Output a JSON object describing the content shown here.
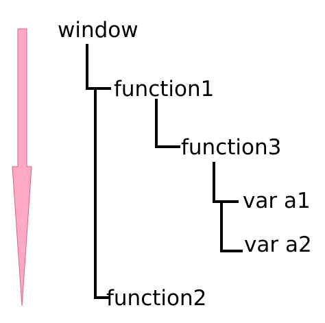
{
  "diagram": {
    "nodes": {
      "window": "window",
      "function1": "function1",
      "function3": "function3",
      "var_a1": "var a1",
      "var_a2": "var a2",
      "function2": "function2"
    },
    "edges": [
      [
        "window",
        "function1"
      ],
      [
        "window",
        "function2"
      ],
      [
        "function1",
        "function3"
      ],
      [
        "function3",
        "var_a1"
      ],
      [
        "function3",
        "var_a2"
      ]
    ],
    "arrow": {
      "fill_color": "#ffaac4",
      "stroke_color": "#e0607e",
      "direction": "down"
    }
  }
}
